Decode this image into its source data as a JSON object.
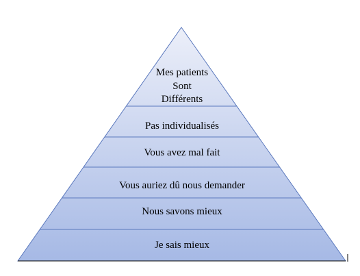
{
  "diagram": {
    "type": "pyramid",
    "colors": {
      "top": "#eceff9",
      "bottom": "#a6b9e5",
      "outline": "#5a78bd"
    },
    "tiers": [
      {
        "lines": [
          "Mes patients",
          "Sont",
          "Différents"
        ]
      },
      {
        "lines": [
          "Pas individualisés"
        ]
      },
      {
        "lines": [
          "Vous avez mal fait"
        ]
      },
      {
        "lines": [
          "Vous auriez dû nous demander"
        ]
      },
      {
        "lines": [
          "Nous savons mieux"
        ]
      },
      {
        "lines": [
          "Je sais mieux"
        ]
      }
    ]
  }
}
